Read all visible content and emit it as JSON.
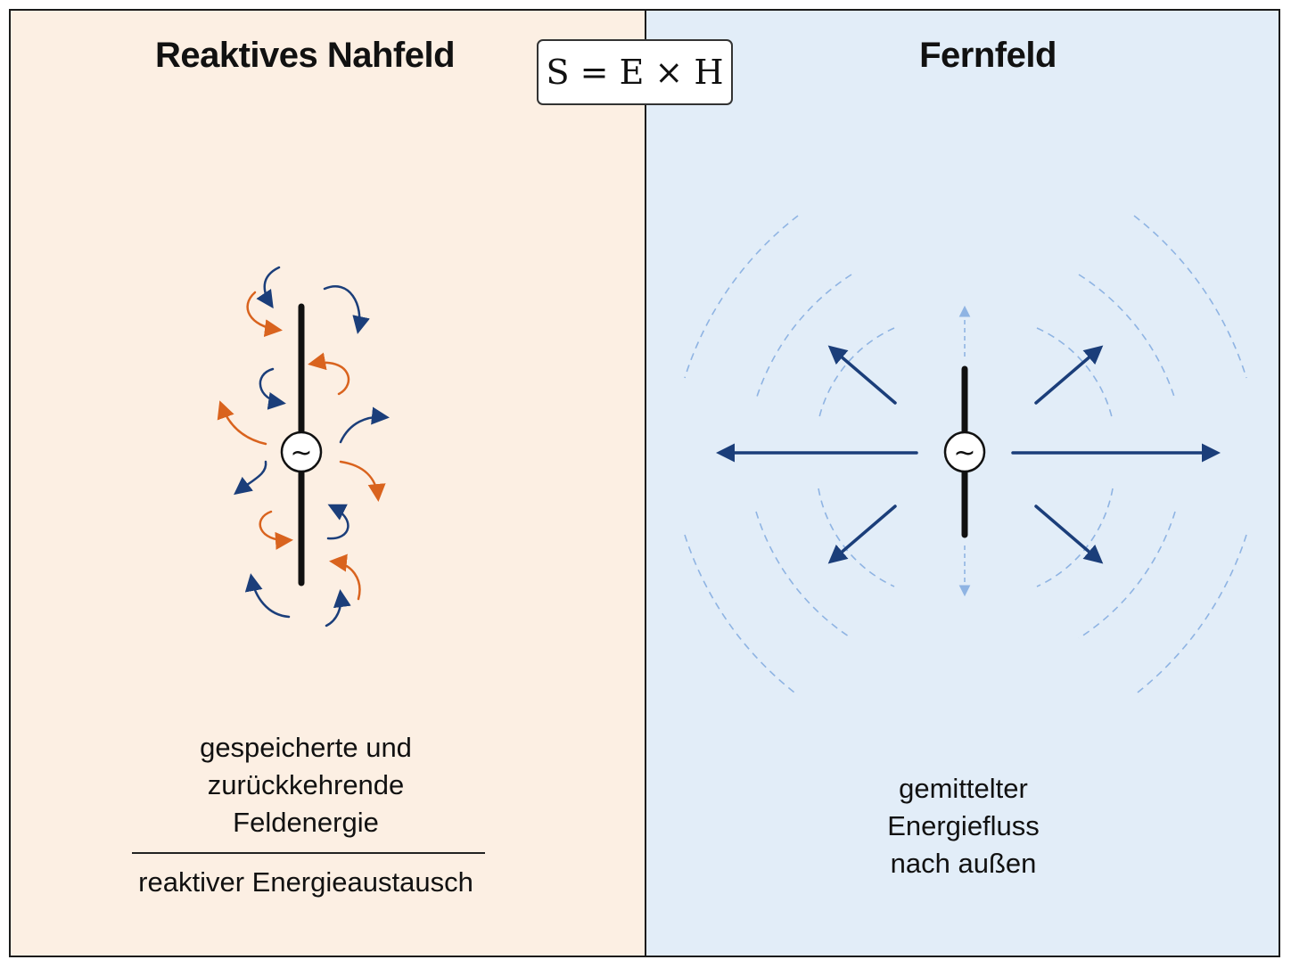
{
  "left_panel": {
    "title": "Reaktives Nahfeld",
    "caption_lines": [
      "gespeicherte und",
      "zurückkehrende",
      "Feldenergie"
    ],
    "subcaption": "reaktiver Energieaustausch",
    "source_symbol": "~"
  },
  "right_panel": {
    "title": "Fernfeld",
    "caption_lines": [
      "gemittelter",
      "Energiefluss",
      "nach außen"
    ],
    "source_symbol": "~"
  },
  "formula": "S = E × H",
  "colors": {
    "near_field_bg": "#fcefe3",
    "far_field_bg": "#e2edf8",
    "blue_arrow": "#1b3e7a",
    "orange_arrow": "#d9631e",
    "dashed_wave": "#8fb4e3",
    "antenna": "#111111"
  },
  "icons": [
    "ac-source-icon",
    "curved-arrow-icon",
    "radial-arrow-icon",
    "wavefront-arc"
  ]
}
